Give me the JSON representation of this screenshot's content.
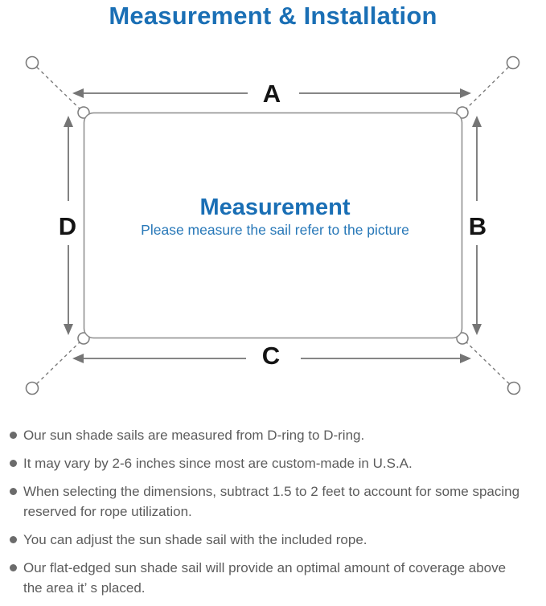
{
  "page": {
    "title": "Measurement & Installation"
  },
  "diagram": {
    "center_title": "Measurement",
    "center_subtitle": "Please measure the sail refer to the picture",
    "labels": {
      "top": "A",
      "right": "B",
      "bottom": "C",
      "left": "D"
    },
    "colors": {
      "heading_blue": "#1a6fb5",
      "subtitle_blue": "#2878b8",
      "line_gray": "#7b7b7b",
      "arrow_gray": "#757575",
      "label_black": "#141414",
      "note_gray": "#5c5c5c"
    }
  },
  "notes": {
    "items": [
      {
        "text": "Our sun shade sails are measured from D-ring to D-ring."
      },
      {
        "text": "It may vary by 2-6 inches since most are custom-made in U.S.A."
      },
      {
        "text": "When selecting the dimensions, subtract 1.5 to 2 feet to account for some spacing\nreserved for rope utilization."
      },
      {
        "text": "You can adjust the sun shade sail with the included rope."
      },
      {
        "text": "Our flat-edged sun shade sail will provide an optimal amount of coverage above\nthe area it’ s placed."
      }
    ]
  }
}
